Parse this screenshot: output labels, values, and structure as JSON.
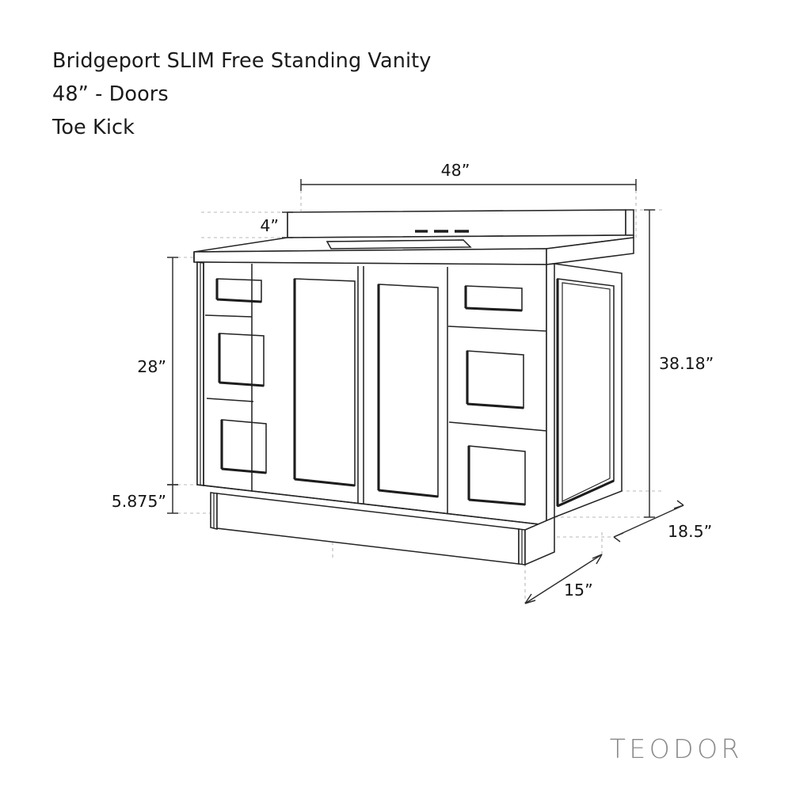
{
  "document": {
    "type": "product-dimension-drawing",
    "background_color": "#ffffff",
    "line_color": "#242424"
  },
  "title": {
    "line1": "Bridgeport SLIM Free Standing Vanity",
    "line2": "48” - Doors",
    "line3": "Toe Kick"
  },
  "brand": {
    "name": "TEODOR",
    "color": "#8a8a8a"
  },
  "dimensions": {
    "width_top": "48”",
    "backsplash_height": "4”",
    "cabinet_body_height": "28”",
    "toe_kick_height": "5.875”",
    "overall_height": "38.18”",
    "depth_countertop": "18.5”",
    "depth_toe_kick": "15”"
  },
  "product": {
    "name": "Bridgeport SLIM Free Standing Vanity",
    "size": "48”",
    "configuration": "Doors",
    "base_style": "Toe Kick",
    "components": {
      "countertop_with_backsplash": true,
      "sink_cutout": "rectangular undermount with 3 faucet holes",
      "left_drawer_count": 3,
      "center_door_count": 2,
      "right_drawer_count": 3,
      "side_panel": "shaker recessed panel"
    }
  }
}
